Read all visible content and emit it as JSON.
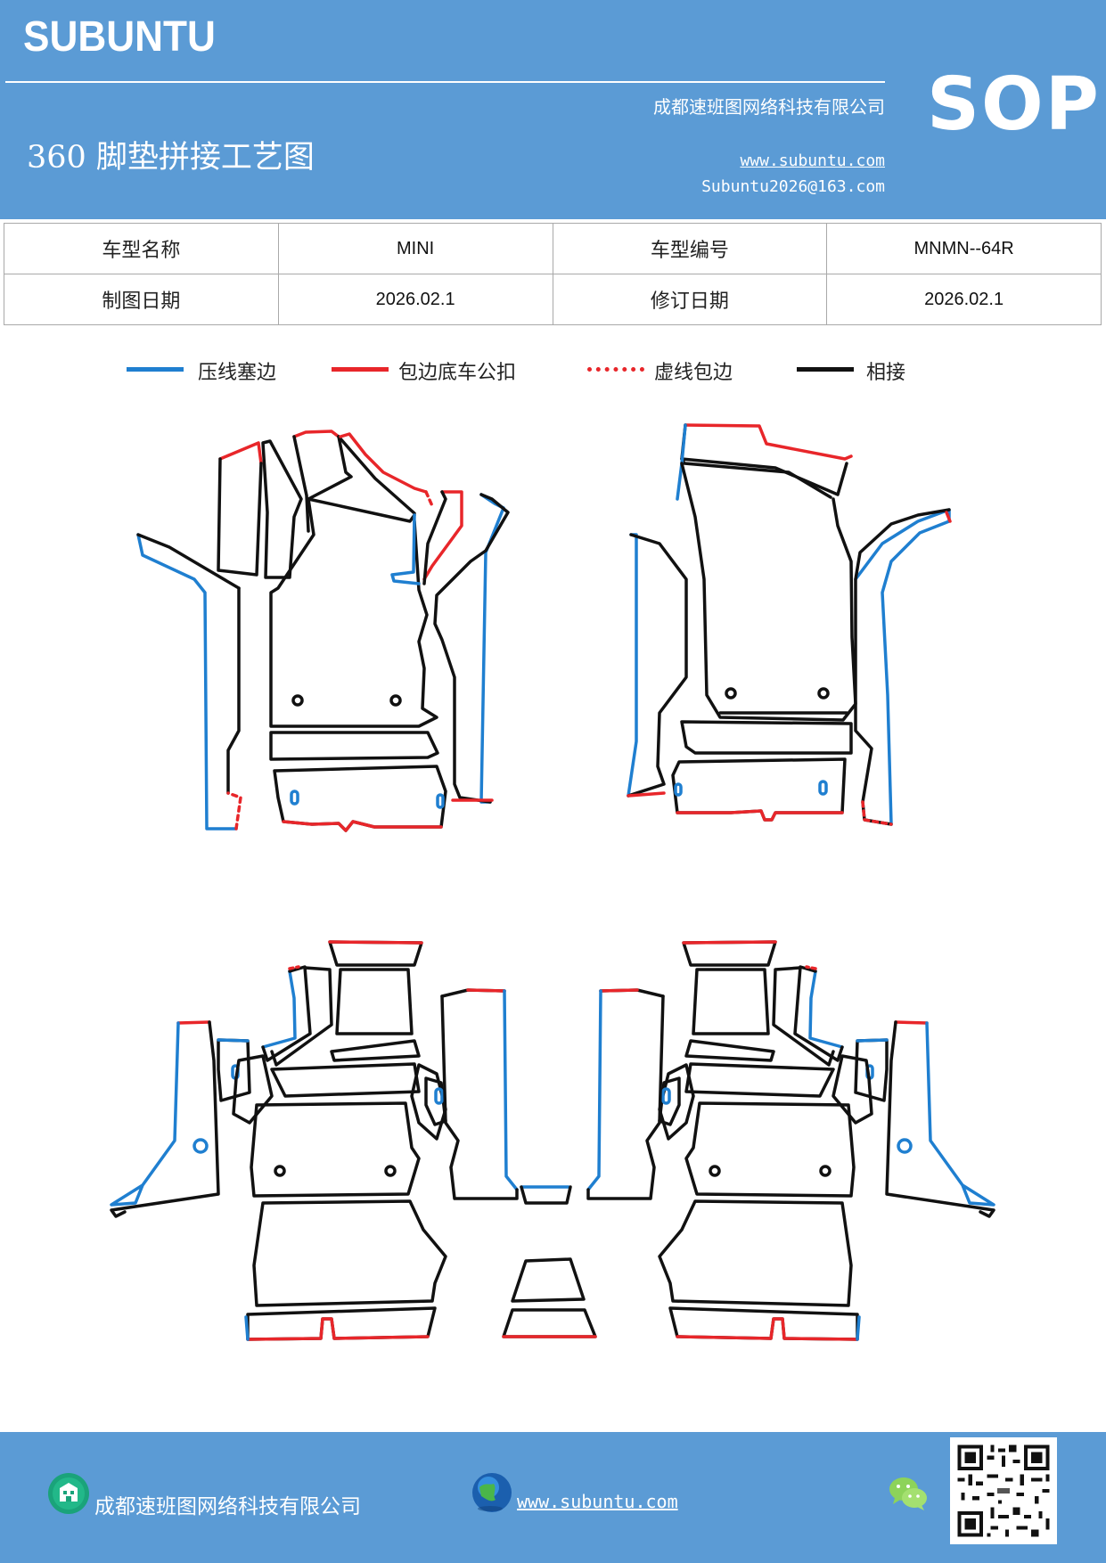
{
  "header": {
    "brand": "SUBUNTU",
    "company": "成都速班图网络科技有限公司",
    "title": "360 脚垫拼接工艺图",
    "website": "www.subuntu.com",
    "email": "Subuntu2026@163.com",
    "badge": "SOP"
  },
  "info_table": {
    "rows": [
      {
        "label1": "车型名称",
        "value1": "MINI",
        "label2": "车型编号",
        "value2": "MNMN--64R"
      },
      {
        "label1": "制图日期",
        "value1": "2026.02.1",
        "label2": "修订日期",
        "value2": "2026.02.1"
      }
    ]
  },
  "legend": [
    {
      "label": "压线塞边",
      "color": "#1f7fd0",
      "style": "solid"
    },
    {
      "label": "包边底车公扣",
      "color": "#e8262a",
      "style": "solid"
    },
    {
      "label": "虚线包边",
      "color": "#e8262a",
      "style": "dotted"
    },
    {
      "label": "相接",
      "color": "#111111",
      "style": "solid"
    }
  ],
  "colors": {
    "header_bg": "#5b9bd5",
    "press_line": "#1f7fd0",
    "edge_binding": "#e8262a",
    "join_line": "#111111"
  },
  "footer": {
    "company": "成都速班图网络科技有限公司",
    "website": "www.subuntu.com",
    "icons": [
      "building-icon",
      "globe-icon",
      "wechat-icon",
      "qr-code-icon"
    ]
  }
}
